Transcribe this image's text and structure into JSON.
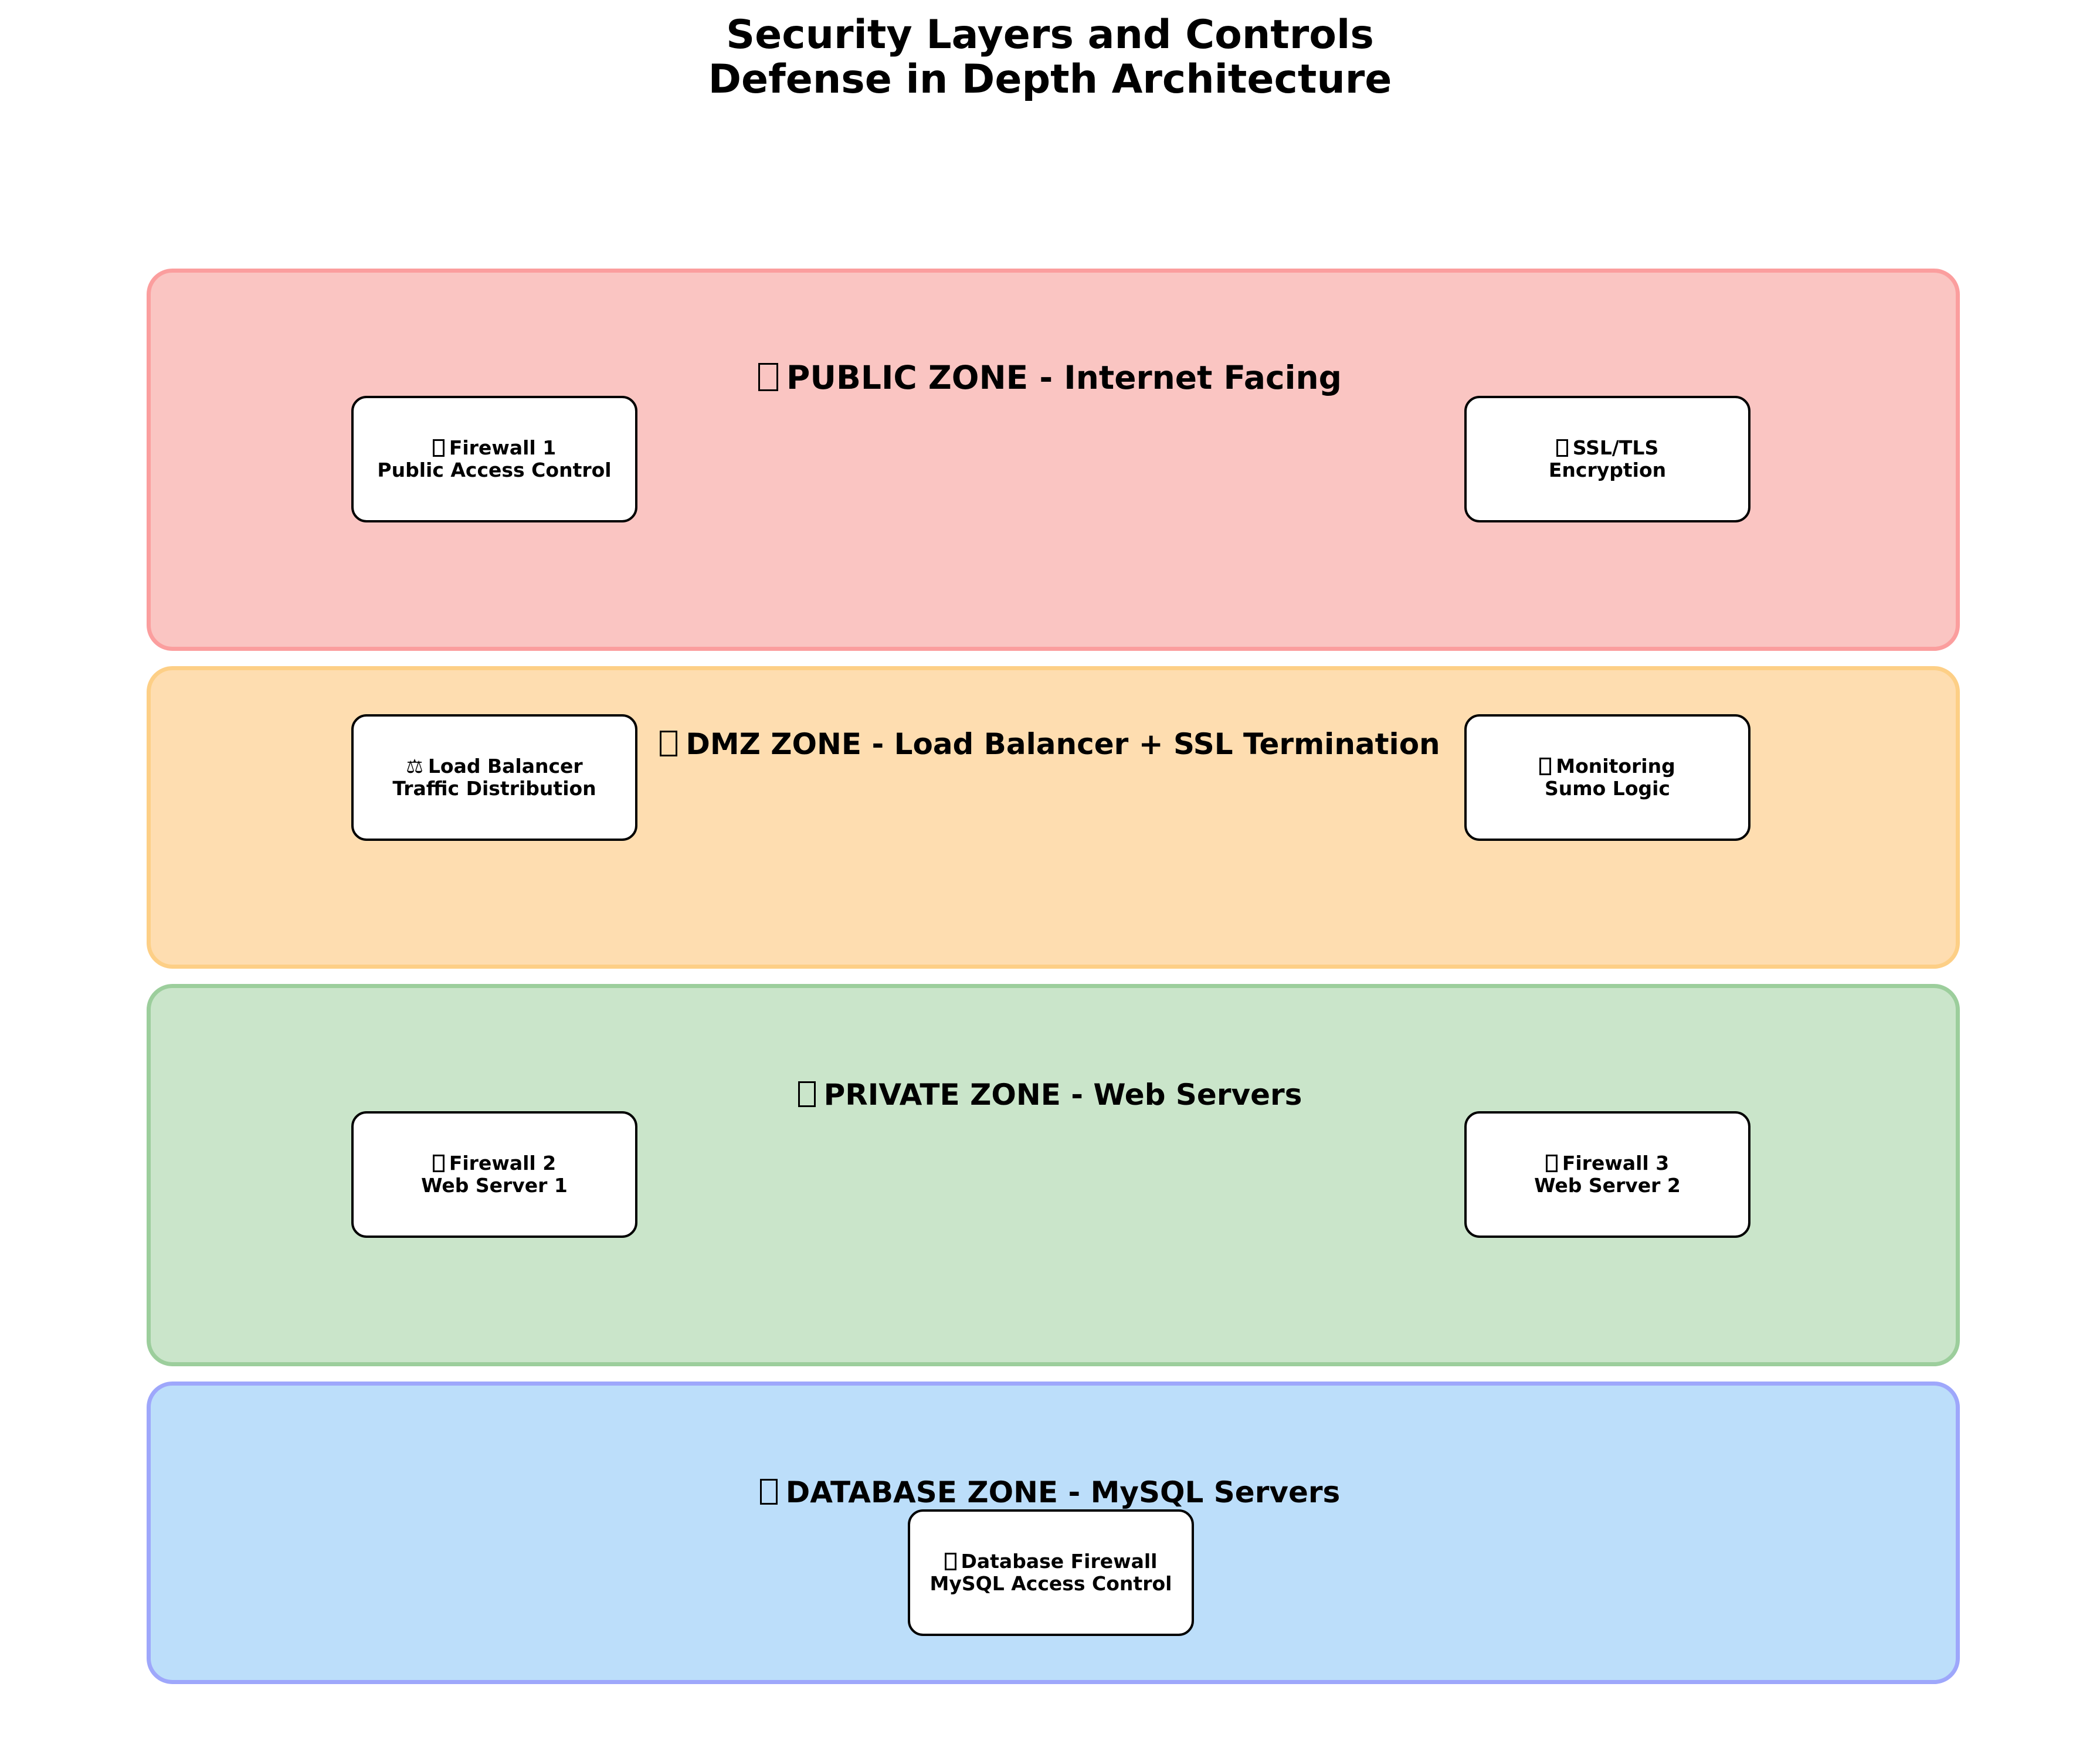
{
  "title": {
    "line1": "Security Layers and Controls",
    "line2": "Defense in Depth Architecture"
  },
  "zones": [
    {
      "id": "public",
      "icon": "missing-glyph-box",
      "label": "PUBLIC ZONE - Internet Facing",
      "fill": "#fac5c2",
      "border": "#fb9e9e",
      "components": [
        {
          "icon": "missing-glyph-box",
          "line1": "Firewall 1",
          "line2": "Public Access Control"
        },
        {
          "icon": "missing-glyph-box",
          "line1": "SSL/TLS",
          "line2": "Encryption"
        }
      ]
    },
    {
      "id": "dmz",
      "icon": "missing-glyph-box",
      "label": "DMZ ZONE - Load Balancer + SSL Termination",
      "fill": "#feddb0",
      "border": "#fdcf86",
      "components": [
        {
          "icon": "scales-icon",
          "line1": "Load Balancer",
          "line2": "Traffic Distribution"
        },
        {
          "icon": "missing-glyph-box",
          "line1": "Monitoring",
          "line2": "Sumo Logic"
        }
      ]
    },
    {
      "id": "private",
      "icon": "missing-glyph-box",
      "label": "PRIVATE ZONE - Web Servers",
      "fill": "#cae5ca",
      "border": "#9cce9c",
      "components": [
        {
          "icon": "missing-glyph-box",
          "line1": "Firewall 2",
          "line2": "Web Server 1"
        },
        {
          "icon": "missing-glyph-box",
          "line1": "Firewall 3",
          "line2": "Web Server 2"
        }
      ]
    },
    {
      "id": "database",
      "icon": "missing-glyph-box",
      "label": "DATABASE ZONE - MySQL Servers",
      "fill": "#bcdefa",
      "border": "#9ea7fb",
      "components": [
        {
          "icon": "missing-glyph-box",
          "line1": "Database Firewall",
          "line2": "MySQL Access Control"
        }
      ]
    }
  ],
  "glyphs": {
    "scales": "⚖"
  }
}
